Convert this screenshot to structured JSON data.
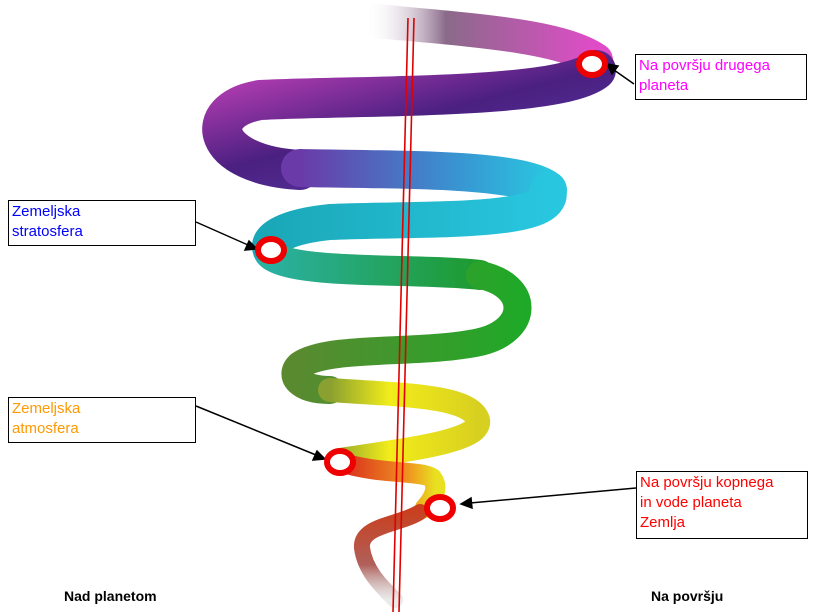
{
  "colors": {
    "magenta": "#e040c8",
    "purple": "#7a2aa8",
    "cyan": "#29c6e0",
    "green": "#22aa22",
    "yellow": "#f2ec1a",
    "red": "#e0281e",
    "marker": "#ee0000"
  },
  "labels": {
    "other_planet": {
      "line1": "Na površju drugega",
      "line2": "planeta",
      "color": "#ff00ff"
    },
    "stratosphere": {
      "line1": "Zemeljska",
      "line2": "stratosfera",
      "color": "#0000ff"
    },
    "atmosphere": {
      "line1": "Zemeljska",
      "line2": "atmosfera",
      "color": "#ff9900"
    },
    "earth_surface": {
      "line1": "Na površju kopnega",
      "line2": "in vode planeta",
      "line3": "Zemlja",
      "color": "#ff0000"
    }
  },
  "footer": {
    "left": "Nad planetom",
    "right": "Na površju"
  }
}
